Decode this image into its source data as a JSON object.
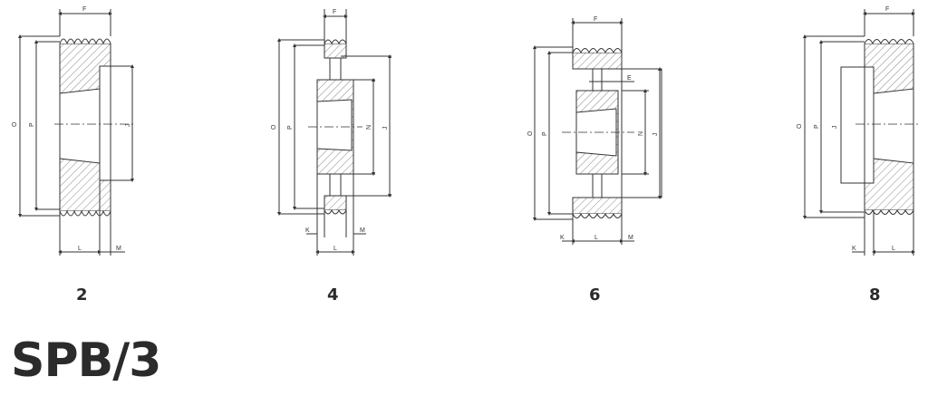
{
  "title": "SPB/3",
  "labels": {
    "F": "F",
    "O": "O",
    "P": "P",
    "J": "J",
    "N": "N",
    "L": "L",
    "M": "M",
    "K": "K",
    "E": "E"
  },
  "figures": [
    {
      "number": "2"
    },
    {
      "number": "4"
    },
    {
      "number": "6"
    },
    {
      "number": "8"
    }
  ],
  "colors": {
    "line": "#333333",
    "hatch": "#888888",
    "text": "#2b2b2b"
  }
}
